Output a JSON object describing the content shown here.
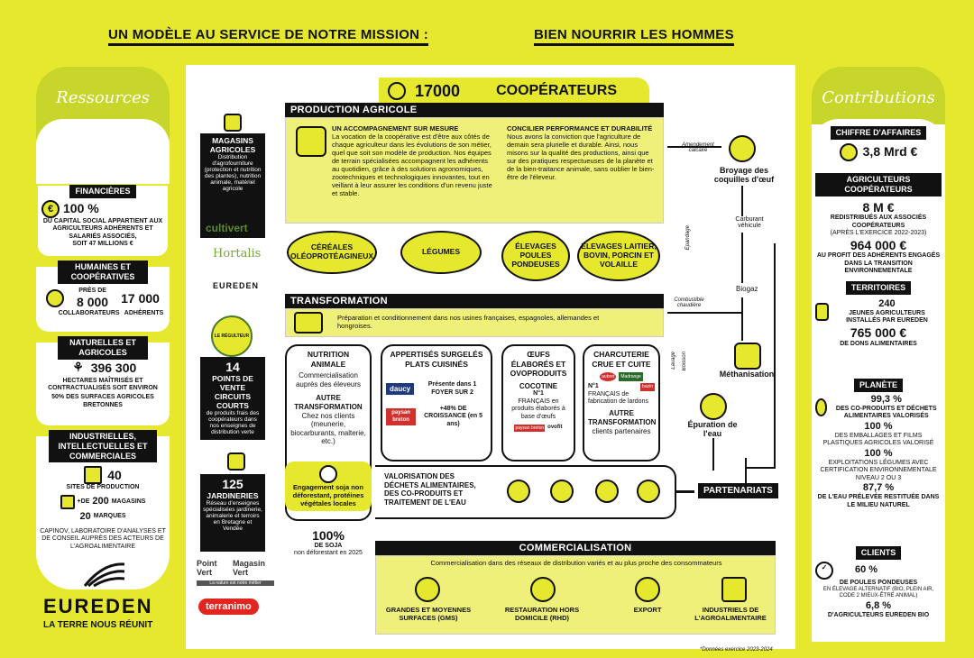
{
  "header": {
    "left": "UN MODÈLE AU SERVICE DE NOTRE MISSION :",
    "right": "BIEN NOURRIR LES HOMMES"
  },
  "ressources": {
    "title": "Ressources",
    "financieres": {
      "tag": "FINANCIÈRES",
      "pct": "100 %",
      "desc": "DU CAPITAL SOCIAL APPARTIENT AUX AGRICULTEURS ADHÉRENTS ET SALARIÉS ASSOCIÉS,",
      "soit": "SOIT 47 MILLIONS €"
    },
    "humaines": {
      "tag": "HUMAINES ET COOPÉRATIVES",
      "pres": "PRÈS DE",
      "collab_n": "8 000",
      "collab_l": "COLLABORATEURS",
      "adh_n": "17 000",
      "adh_l": "ADHÉRENTS"
    },
    "naturelles": {
      "tag": "NATURELLES ET AGRICOLES",
      "n": "396 300",
      "l": "HECTARES MAÎTRISÉS ET CONTRACTUALISÉS SOIT ENVIRON",
      "pct": "50% DES SURFACES AGRICOLES BRETONNES"
    },
    "industrielles": {
      "tag": "INDUSTRIELLES, INTELLECTUELLES ET COMMERCIALES",
      "sites_n": "40",
      "sites_l": "SITES DE PRODUCTION",
      "mag_pre": "+DE",
      "mag_n": "200",
      "mag_l": "MAGASINS",
      "marques_n": "20",
      "marques_l": "MARQUES",
      "capinov": "CAPINOV, LABORATOIRE D'ANALYSES ET DE CONSEIL AUPRÈS DES ACTEURS DE L'AGROALIMENTAIRE"
    }
  },
  "brand": {
    "name": "EUREDEN",
    "slogan": "LA TERRE NOUS RÉUNIT"
  },
  "cooperateurs": {
    "n": "17000",
    "l": "COOPÉRATEURS"
  },
  "production": {
    "title": "PRODUCTION AGRICOLE",
    "h1": "UN ACCOMPAGNEMENT SUR MESURE",
    "p1": "La vocation de la coopérative est d'être aux côtés de chaque agriculteur dans les évolutions de son métier, quel que soit son modèle de production. Nos équipes de terrain spécialisées accompagnent les adhérents au quotidien, grâce à des solutions agronomiques, zootechniques et technologiques innovantes, tout en veillant à leur assurer les conditions d'un revenu juste et stable.",
    "h2": "CONCILIER PERFORMANCE ET DURABILITÉ",
    "p2": "Nous avons la conviction que l'agriculture de demain sera plurielle et durable. Ainsi, nous misons sur la qualité des productions, ainsi que sur des pratiques respectueuses de la planète et de la bien-traitance animale, sans oublier le bien-être de l'éleveur."
  },
  "filieres": [
    "CÉRÉALES OLÉOPROTÉAGINEUX",
    "LÉGUMES",
    "ÉLEVAGES POULES PONDEUSES",
    "ÉLEVAGES LAITIER, BOVIN, PORCIN ET VOLAILLE"
  ],
  "magasins": {
    "title": "MAGASINS AGRICOLES",
    "desc": "Distribution d'agrofourniture (protection et nutrition des plantes), nutrition animale, matériel agricole",
    "brands": [
      "cultivert",
      "Hortalis",
      "EUREDEN"
    ]
  },
  "circuits": {
    "n": "14",
    "l": "POINTS DE VENTE CIRCUITS COURTS",
    "s": "de produits frais des coopérateurs dans nos enseignes de distribution verte",
    "logo": "LE RÉGULTEUR"
  },
  "jardineries": {
    "n": "125",
    "l": "JARDINERIES",
    "s": "Réseau d'enseignes spécialisées jardinerie, animalerie et terroirs en Bretagne et Vendée",
    "b1": "Point Vert",
    "b2": "Magasin Vert",
    "tagline": "La nature est notre métier",
    "b3": "terranimo"
  },
  "transformation": {
    "title": "TRANSFORMATION",
    "p": "Préparation et conditionnement dans nos usines françaises, espagnoles, allemandes et hongroises."
  },
  "nutrition": {
    "title": "NUTRITION ANIMALE",
    "sub": "Commercialisation auprès des éleveurs",
    "autre": "AUTRE TRANSFORMATION",
    "autre_s": "Chez nos clients (meunerie, biocarburants, malterie, etc.)",
    "soja": "Engagement soja non déforestant, protéines végétales locales",
    "soja_pct": "100%",
    "soja_l": "DE SOJA",
    "soja_s": "non déforestant en 2025"
  },
  "appertises": {
    "title": "APPERTISÉS SURGELÉS PLATS CUISINÉS",
    "b1": "daucy",
    "b1_t": "Présente dans 1 FOYER SUR 2",
    "b2": "paysan breton",
    "b2_t": "+48% DE CROISSANCE (en 5 ans)"
  },
  "oeufs": {
    "title": "ŒUFS ÉLABORÉS ET OVOPRODUITS",
    "b1": "COCOTINE",
    "n1": "N°1",
    "t1": "FRANÇAIS en produits élaborés à base d'œufs",
    "b2": "paysan breton",
    "b3": "ovofit"
  },
  "charcuterie": {
    "title": "CHARCUTERIE CRUE ET CUITE",
    "b1": "aubret",
    "b2": "Madrange",
    "b3": "bazin",
    "n1": "N°1",
    "t1": "FRANÇAIS de fabrication de lardons",
    "autre": "AUTRE TRANSFORMATION",
    "autre_s": "clients partenaires"
  },
  "valorisation": "VALORISATION DES DÉCHETS ALIMENTAIRES, DES CO-PRODUITS ET TRAITEMENT DE L'EAU",
  "partenariats": "PARTENARIATS",
  "flows": {
    "broyage": "Broyage des coquilles d'œuf",
    "amendement": "Amendement calcaire",
    "carburant": "Carburant véhicule",
    "biogaz": "Biogaz",
    "combustible": "Combustible chaudière",
    "methan": "Méthanisation",
    "epuration": "Épuration de l'eau",
    "epandage": "Épandage",
    "lavage": "Lavage",
    "boisson": "Boisson"
  },
  "commercialisation": {
    "title": "COMMERCIALISATION",
    "p": "Commercialisation dans des réseaux de distribution variés et au plus proche des consommateurs",
    "items": [
      "GRANDES ET MOYENNES SURFACES (GMS)",
      "RESTAURATION HORS DOMICILE (RHD)",
      "EXPORT",
      "INDUSTRIELS DE L'AGROALIMENTAIRE"
    ]
  },
  "contributions": {
    "title": "Contributions",
    "ca": {
      "tag": "CHIFFRE D'AFFAIRES",
      "v": "3,8 Mrd €"
    },
    "agri": {
      "tag": "AGRICULTEURS COOPÉRATEURS",
      "v1": "8 M €",
      "l1": "REDISTRIBUÉS AUX ASSOCIÉS COOPÉRATEURS",
      "s1": "(APRÈS L'EXERCICE 2022-2023)",
      "v2": "964 000 €",
      "l2": "AU PROFIT DES ADHÉRENTS ENGAGÉS DANS LA TRANSITION ENVIRONNEMENTALE"
    },
    "territoires": {
      "tag": "TERRITOIRES",
      "v1": "240",
      "l1": "JEUNES AGRICULTEURS INSTALLÉS PAR EUREDEN",
      "v2": "765 000 €",
      "l2": "DE DONS ALIMENTAIRES"
    },
    "planete": {
      "tag": "PLANÈTE",
      "v1": "99,3 %",
      "l1": "DES CO-PRODUITS ET DÉCHETS ALIMENTAIRES VALORISÉS",
      "v2": "100 %",
      "l2": "DES EMBALLAGES ET FILMS PLASTIQUES AGRICOLES VALORISÉ",
      "v3": "100 %",
      "l3": "EXPLOITATIONS LÉGUMES AVEC CERTIFICATION ENVIRONNEMENTALE NIVEAU 2 OU 3",
      "v4": "87,7 %",
      "l4": "DE L'EAU PRÉLEVÉE RESTITUÉE DANS LE MILIEU NATUREL"
    },
    "clients": {
      "tag": "CLIENTS",
      "v1": "60 %",
      "l1": "DE POULES PONDEUSES",
      "s1": "EN ÉLEVAGE ALTERNATIF (BIO, PLEIN AIR, CODE 2 MIEUX-ÊTRE ANIMAL)",
      "v2": "6,8 %",
      "l2": "D'AGRICULTEURS EUREDEN BIO"
    }
  },
  "footnote": "*Données exercice 2023-2024"
}
